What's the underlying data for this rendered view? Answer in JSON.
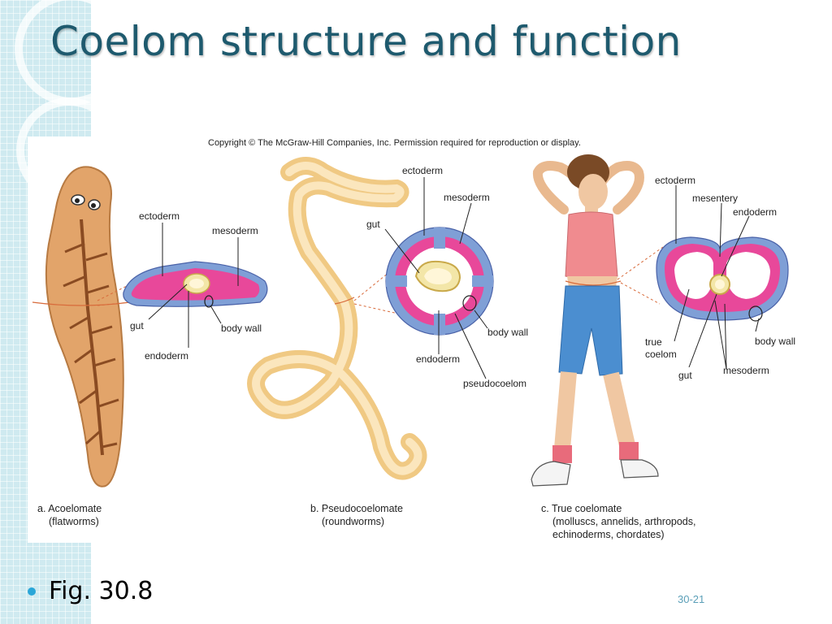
{
  "slide": {
    "title": "Coelom structure and function",
    "bullet": "Fig. 30.8",
    "slide_number": "30-21"
  },
  "figure": {
    "copyright": "Copyright © The McGraw-Hill Companies, Inc. Permission required for reproduction or display.",
    "panels": [
      {
        "caption_line1": "a. Acoelomate",
        "caption_line2": "(flatworms)",
        "labels": [
          "ectoderm",
          "mesoderm",
          "gut",
          "body wall",
          "endoderm"
        ]
      },
      {
        "caption_line1": "b. Pseudocoelomate",
        "caption_line2": "(roundworms)",
        "labels": [
          "ectoderm",
          "mesoderm",
          "gut",
          "body wall",
          "endoderm",
          "pseudocoelom"
        ]
      },
      {
        "caption_line1": "c. True coelomate",
        "caption_line2": "(molluscs, annelids, arthropods,",
        "caption_line3": "echinoderms, chordates)",
        "labels": [
          "ectoderm",
          "mesentery",
          "endoderm",
          "true",
          "coelom",
          "body wall",
          "gut",
          "mesoderm"
        ]
      }
    ]
  },
  "colors": {
    "title": "#1e5a6e",
    "ectoderm": "#7f9fd6",
    "mesoderm": "#e8489a",
    "endoderm": "#f3e6a8",
    "bullet": "#2aa6d8"
  }
}
